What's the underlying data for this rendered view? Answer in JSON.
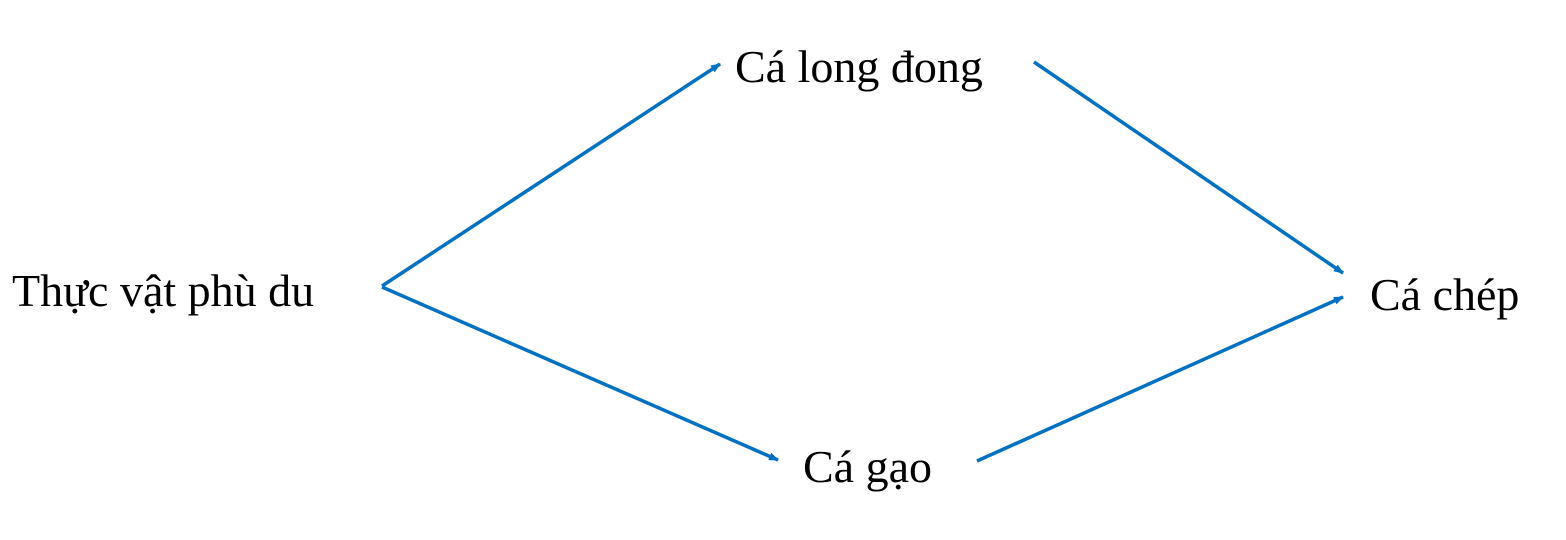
{
  "diagram": {
    "type": "food-web",
    "nodes": {
      "phytoplankton": "Thực vật phù du",
      "long_dong": "Cá long đong",
      "gao": "Cá gạo",
      "chep": "Cá chép"
    },
    "edges": [
      {
        "from": "Thực vật phù du",
        "to": "Cá long đong"
      },
      {
        "from": "Thực vật phù du",
        "to": "Cá gạo"
      },
      {
        "from": "Cá long đong",
        "to": "Cá chép"
      },
      {
        "from": "Cá gạo",
        "to": "Cá chép"
      }
    ],
    "arrow_color": "#0070C0"
  }
}
